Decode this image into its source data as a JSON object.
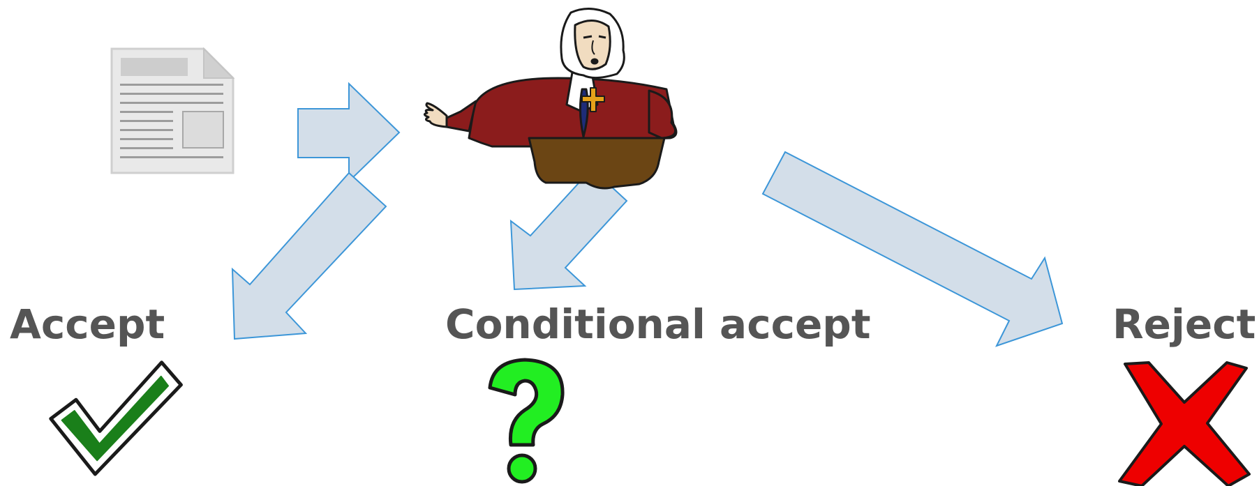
{
  "outcomes": {
    "accept": {
      "label": "Accept",
      "icon": "check-mark-icon",
      "icon_color": "#1a7f1a"
    },
    "conditional": {
      "label": "Conditional accept",
      "icon": "question-mark-icon",
      "icon_color": "#22ee22"
    },
    "reject": {
      "label": "Reject",
      "icon": "red-x-icon",
      "icon_color": "#ee0000"
    }
  },
  "nodes": {
    "document": {
      "icon": "document-icon"
    },
    "reviewer": {
      "icon": "judge-at-lectern-illustration"
    }
  },
  "colors": {
    "label_text": "#555555",
    "arrow_fill": "#d3dee9",
    "arrow_stroke": "#3c96d8",
    "robe": "#8b1c1c",
    "lectern": "#6b4514"
  }
}
